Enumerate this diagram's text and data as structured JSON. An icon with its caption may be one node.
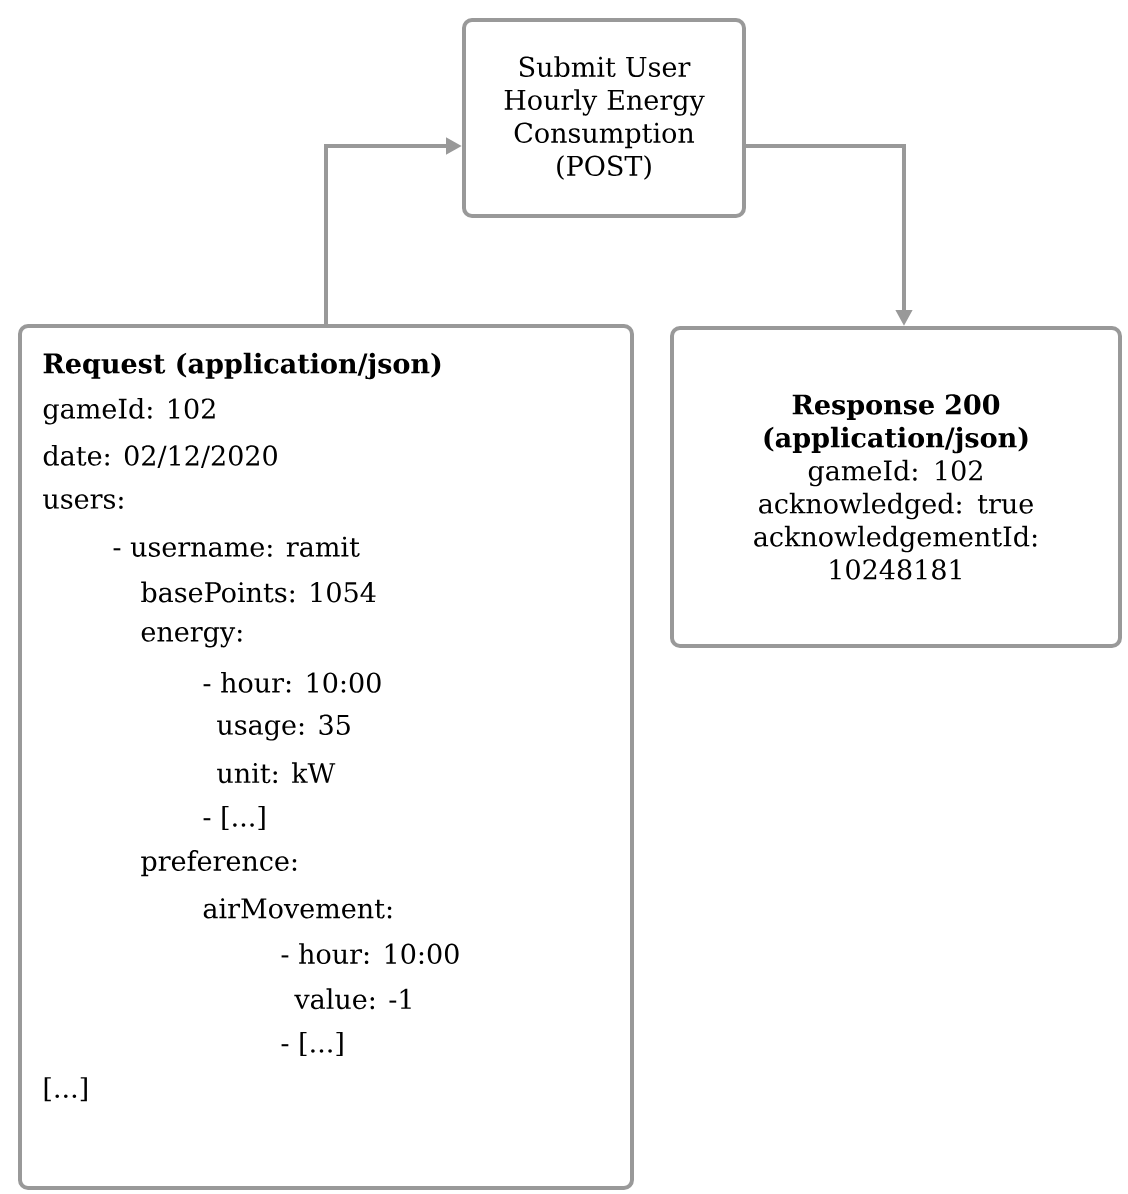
{
  "diagram": {
    "nodes": [
      {
        "text": [
          "Submit User Hourly Energy Consumption (POST)"
        ]
      },
      {
        "text": [
          "Request (application/json)",
          "gameId: 102",
          "date: 02/12/2020",
          "users:",
          "- username: ramit",
          "basePoints: 1054",
          "energy:",
          "- hour: 10:00",
          "usage: 35",
          "unit: kW",
          "- [...]",
          "preference:",
          "airMovement:",
          "- hour: 10:00",
          "value: -1",
          "- [...]",
          "[...]"
        ]
      },
      {
        "text": [
          "Response 200 (application/json)",
          "gameId: 102",
          "acknowledged: true",
          "acknowledgementId: 10248181"
        ]
      }
    ],
    "edges": [
      {
        "from": 1,
        "to": 0,
        "arrow": "to"
      },
      {
        "from": 0,
        "to": 2,
        "arrow": "to"
      }
    ]
  }
}
